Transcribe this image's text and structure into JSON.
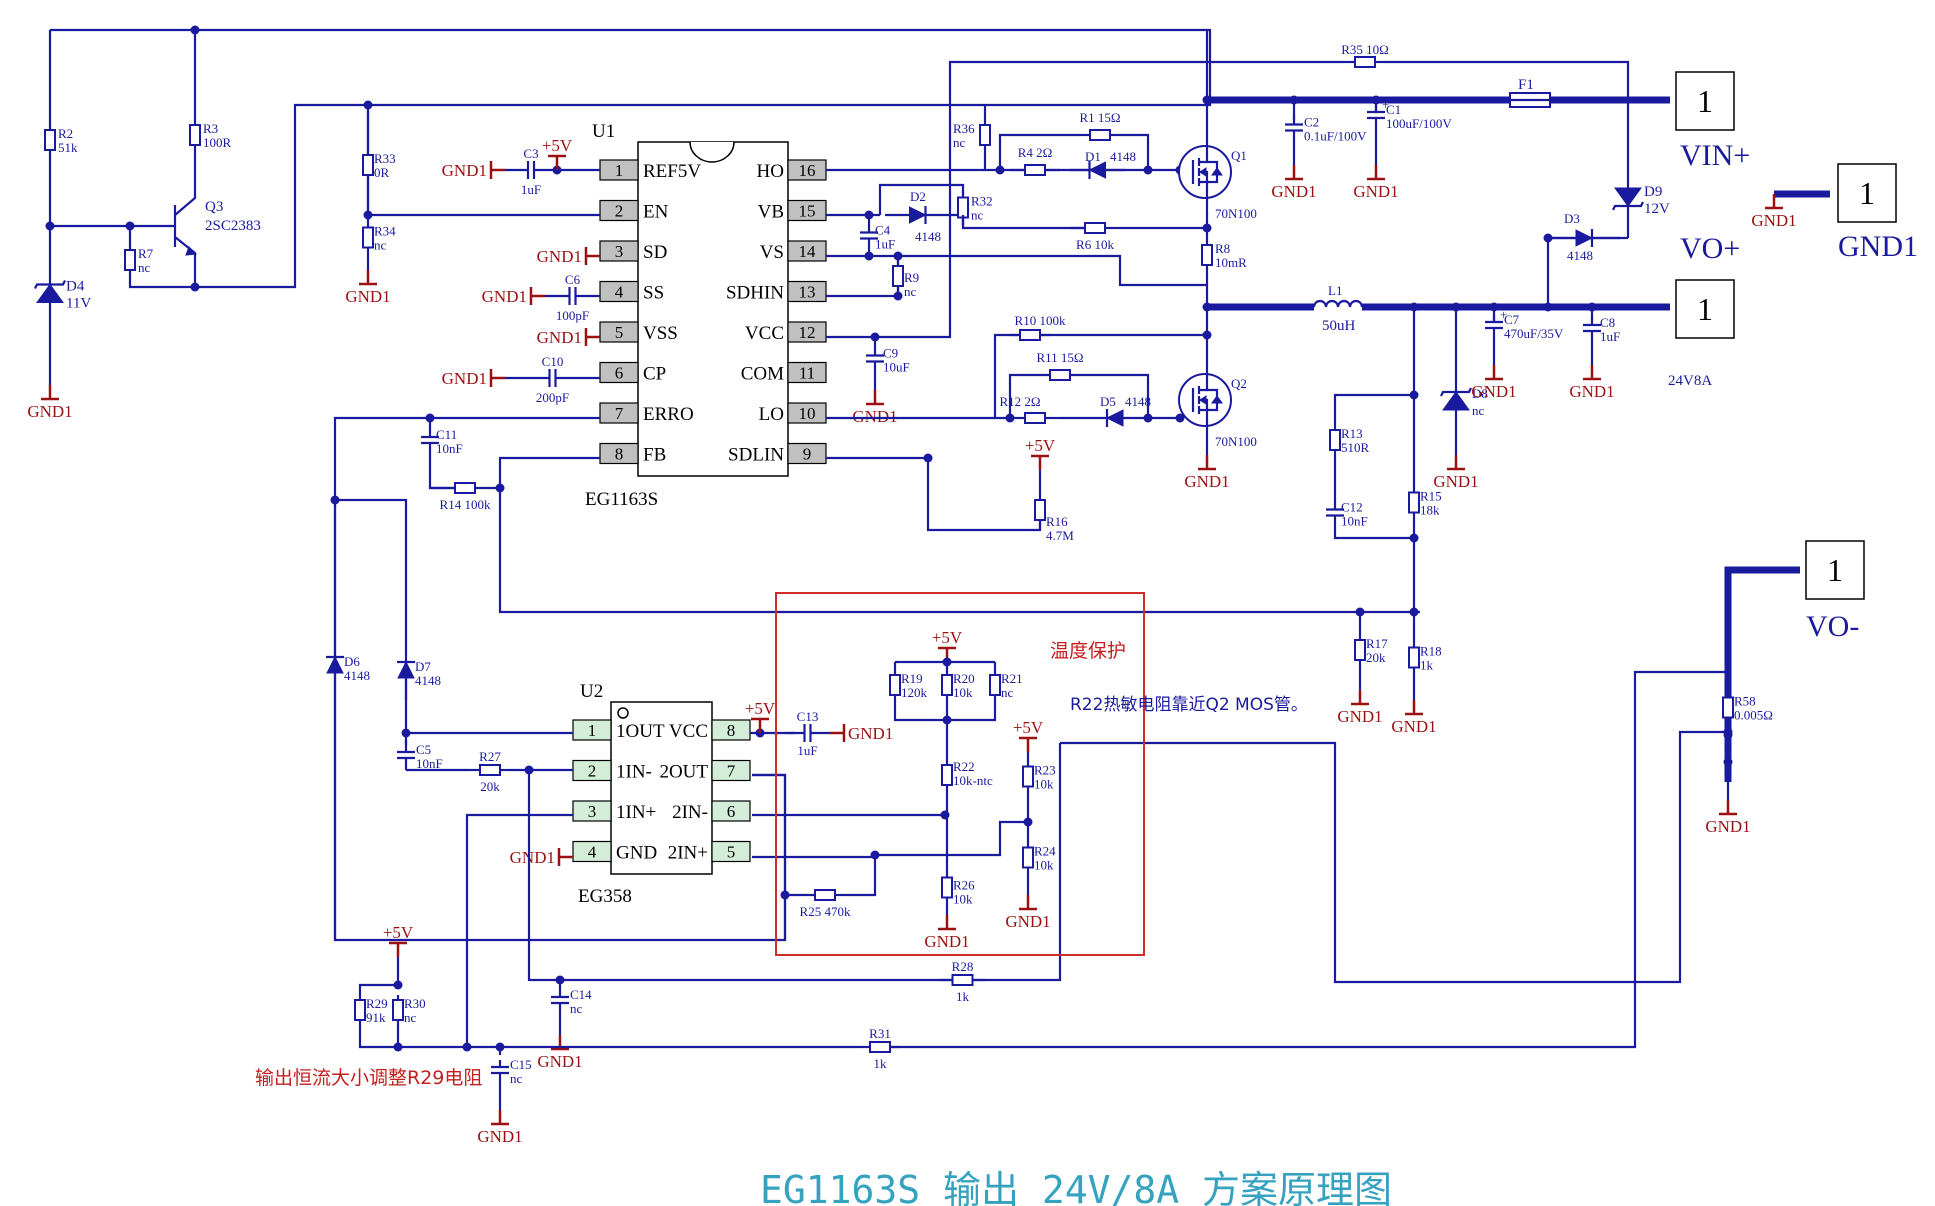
{
  "title": "EG1163S 输出 24V/8A 方案原理图",
  "chips": {
    "u1": {
      "ref": "U1",
      "part": "EG1163S",
      "left_pins": [
        {
          "num": "1",
          "name": "REF5V"
        },
        {
          "num": "2",
          "name": "EN"
        },
        {
          "num": "3",
          "name": "SD"
        },
        {
          "num": "4",
          "name": "SS"
        },
        {
          "num": "5",
          "name": "VSS"
        },
        {
          "num": "6",
          "name": "CP"
        },
        {
          "num": "7",
          "name": "ERRO"
        },
        {
          "num": "8",
          "name": "FB"
        }
      ],
      "right_pins": [
        {
          "num": "16",
          "name": "HO"
        },
        {
          "num": "15",
          "name": "VB"
        },
        {
          "num": "14",
          "name": "VS"
        },
        {
          "num": "13",
          "name": "SDHIN"
        },
        {
          "num": "12",
          "name": "VCC"
        },
        {
          "num": "11",
          "name": "COM"
        },
        {
          "num": "10",
          "name": "LO"
        },
        {
          "num": "9",
          "name": "SDLIN"
        }
      ]
    },
    "u2": {
      "ref": "U2",
      "part": "EG358",
      "left_pins": [
        {
          "num": "1",
          "name": "1OUT"
        },
        {
          "num": "2",
          "name": "1IN-"
        },
        {
          "num": "3",
          "name": "1IN+"
        },
        {
          "num": "4",
          "name": "GND"
        }
      ],
      "right_pins": [
        {
          "num": "8",
          "name": "VCC"
        },
        {
          "num": "7",
          "name": "2OUT"
        },
        {
          "num": "6",
          "name": "2IN-"
        },
        {
          "num": "5",
          "name": "2IN+"
        }
      ]
    }
  },
  "components": [
    {
      "ref": "R2",
      "value": "51k"
    },
    {
      "ref": "R3",
      "value": "100R"
    },
    {
      "ref": "Q3",
      "value": "2SC2383"
    },
    {
      "ref": "R7",
      "value": "nc"
    },
    {
      "ref": "D4",
      "value": "11V"
    },
    {
      "ref": "R33",
      "value": "0R"
    },
    {
      "ref": "R34",
      "value": "nc"
    },
    {
      "ref": "C3",
      "value": "1uF"
    },
    {
      "ref": "C6",
      "value": "100pF"
    },
    {
      "ref": "C10",
      "value": "200pF"
    },
    {
      "ref": "C11",
      "value": "10nF"
    },
    {
      "ref": "R14",
      "value": "100k"
    },
    {
      "ref": "R36",
      "value": "nc"
    },
    {
      "ref": "R35",
      "value": "10Ω"
    },
    {
      "ref": "R1",
      "value": "15Ω"
    },
    {
      "ref": "R4",
      "value": "2Ω"
    },
    {
      "ref": "D1",
      "value": "4148"
    },
    {
      "ref": "Q1",
      "value": "70N100"
    },
    {
      "ref": "D2",
      "value": "4148"
    },
    {
      "ref": "R32",
      "value": "nc"
    },
    {
      "ref": "C4",
      "value": "1uF"
    },
    {
      "ref": "R6",
      "value": "10k"
    },
    {
      "ref": "R9",
      "value": "nc"
    },
    {
      "ref": "R8",
      "value": "10mR"
    },
    {
      "ref": "C9",
      "value": "10uF"
    },
    {
      "ref": "R10",
      "value": "100k"
    },
    {
      "ref": "R11",
      "value": "15Ω"
    },
    {
      "ref": "R12",
      "value": "2Ω"
    },
    {
      "ref": "D5",
      "value": "4148"
    },
    {
      "ref": "Q2",
      "value": "70N100"
    },
    {
      "ref": "R16",
      "value": "4.7M"
    },
    {
      "ref": "C2",
      "value": "0.1uF/100V"
    },
    {
      "ref": "C1",
      "value": "100uF/100V"
    },
    {
      "ref": "F1",
      "value": ""
    },
    {
      "ref": "D9",
      "value": "12V"
    },
    {
      "ref": "D3",
      "value": "4148"
    },
    {
      "ref": "L1",
      "value": "50uH"
    },
    {
      "ref": "C7",
      "value": "470uF/35V"
    },
    {
      "ref": "C8",
      "value": "1uF"
    },
    {
      "ref": "D8",
      "value": "nc"
    },
    {
      "ref": "R13",
      "value": "510R"
    },
    {
      "ref": "C12",
      "value": "10nF"
    },
    {
      "ref": "R15",
      "value": "18k"
    },
    {
      "ref": "R17",
      "value": "20k"
    },
    {
      "ref": "R18",
      "value": "1k"
    },
    {
      "ref": "R58",
      "value": "0.005Ω"
    },
    {
      "ref": "D6",
      "value": "4148"
    },
    {
      "ref": "D7",
      "value": "4148"
    },
    {
      "ref": "C5",
      "value": "10nF"
    },
    {
      "ref": "R27",
      "value": "20k"
    },
    {
      "ref": "C13",
      "value": "1uF"
    },
    {
      "ref": "R25",
      "value": "470k"
    },
    {
      "ref": "R19",
      "value": "120k"
    },
    {
      "ref": "R20",
      "value": "10k"
    },
    {
      "ref": "R21",
      "value": "nc"
    },
    {
      "ref": "R22",
      "value": "10k-ntc"
    },
    {
      "ref": "R23",
      "value": "10k"
    },
    {
      "ref": "R24",
      "value": "10k"
    },
    {
      "ref": "R26",
      "value": "10k"
    },
    {
      "ref": "R28",
      "value": "1k"
    },
    {
      "ref": "R29",
      "value": "91k"
    },
    {
      "ref": "R30",
      "value": "nc"
    },
    {
      "ref": "C14",
      "value": "nc"
    },
    {
      "ref": "C15",
      "value": "nc"
    },
    {
      "ref": "R31",
      "value": "1k"
    }
  ],
  "nets": {
    "gnd": "GND1",
    "vref": "+5V"
  },
  "ports": {
    "vin_plus": {
      "pin": "1",
      "label": "VIN+"
    },
    "gnd": {
      "pin": "1",
      "label": "GND1"
    },
    "vo_plus": {
      "pin": "1",
      "label": "VO+"
    },
    "vo_minus": {
      "pin": "1",
      "label": "VO-"
    },
    "rating": "24V8A"
  },
  "annotations": {
    "temp_box_title": "温度保护",
    "temp_note": "R22热敏电阻靠近Q2 MOS管。",
    "r29_note": "输出恒流大小调整R29电阻"
  },
  "colors": {
    "wire": "#1a1a9e",
    "ground": "#9b1010",
    "annotation": "#c41e1e",
    "title": "#35a2bf",
    "pin_box": "#c0c0c0",
    "pin_box_u2": "#d4edd8"
  }
}
